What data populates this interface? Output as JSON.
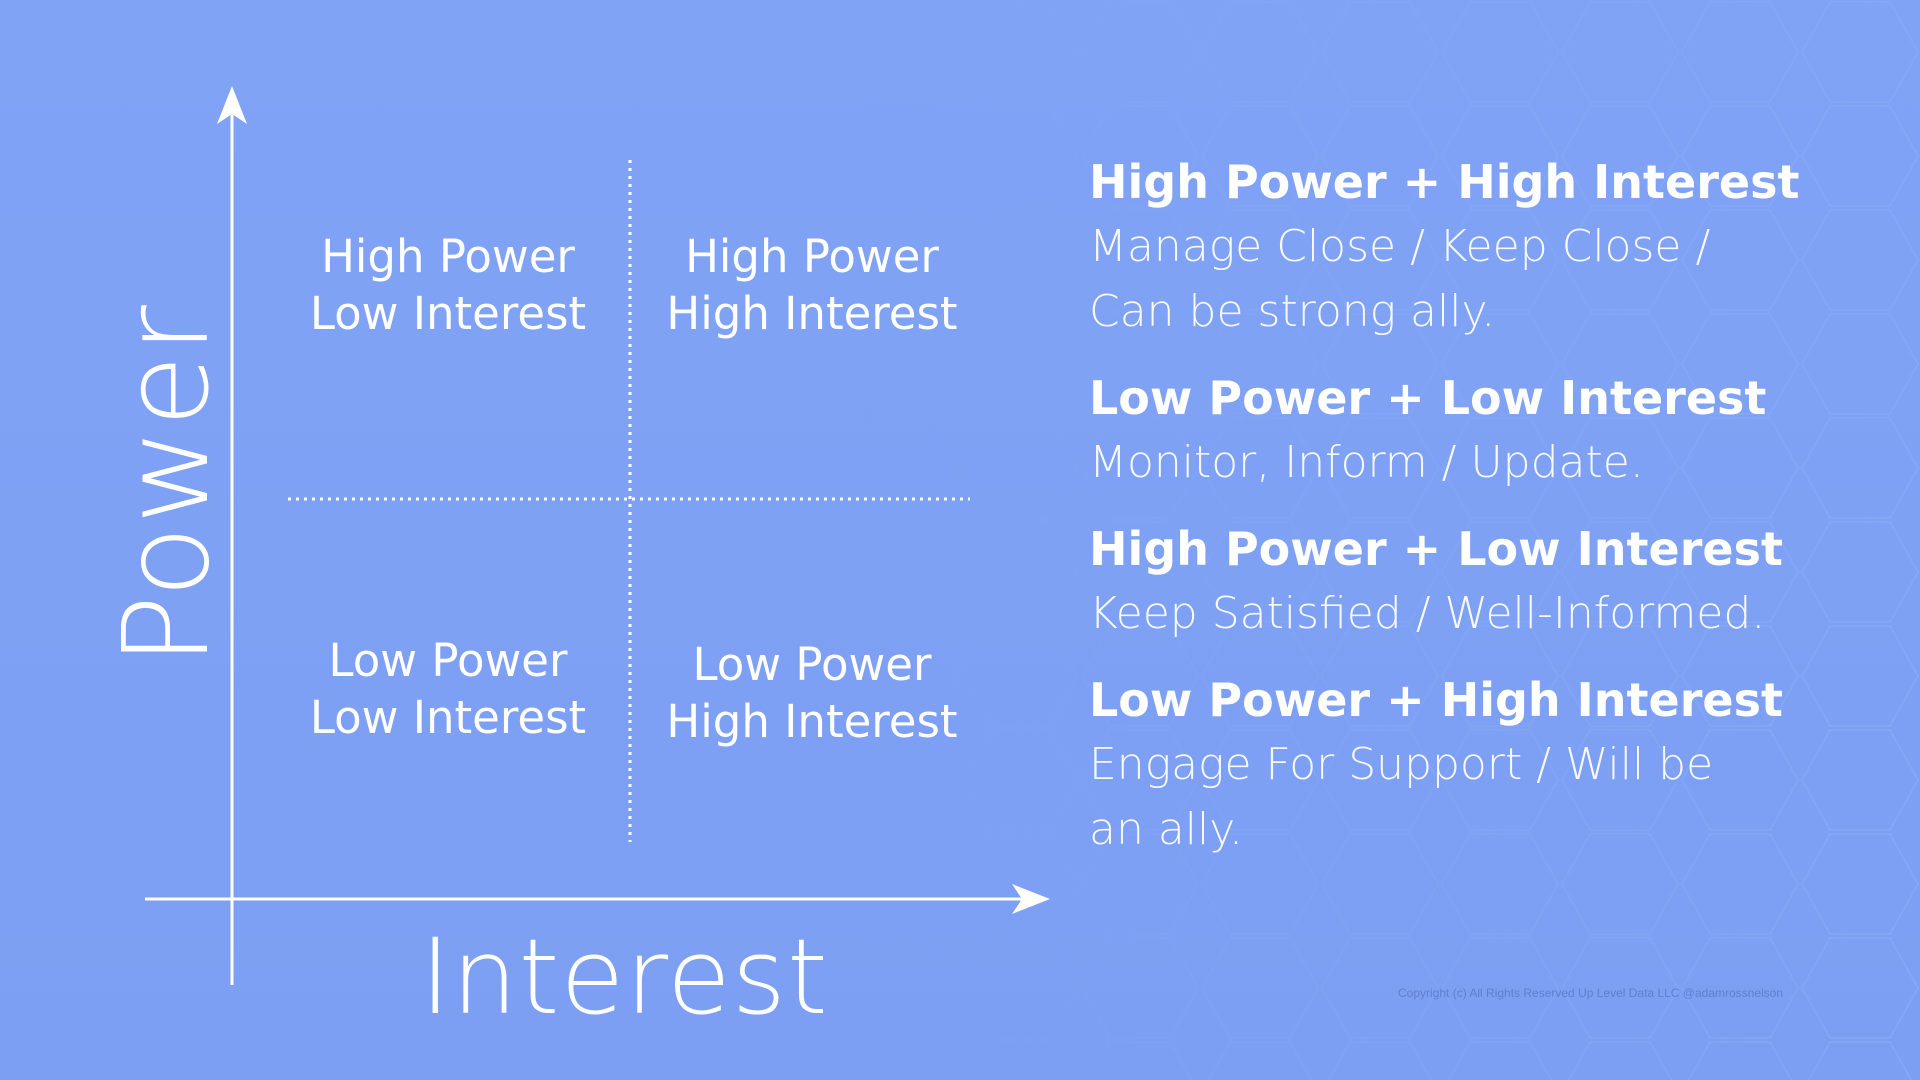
{
  "axes": {
    "y_label": "Power",
    "x_label": "Interest"
  },
  "quadrants": {
    "high_power_low_interest": {
      "line1": "High Power",
      "line2": "Low Interest"
    },
    "high_power_high_interest": {
      "line1": "High Power",
      "line2": "High Interest"
    },
    "low_power_low_interest": {
      "line1": "Low Power",
      "line2": "Low Interest"
    },
    "low_power_high_interest": {
      "line1": "Low Power",
      "line2": "High Interest"
    }
  },
  "legend": [
    {
      "heading": "High Power + High Interest",
      "desc_line1": "Manage Close / Keep Close /",
      "desc_line2": "Can be strong ally."
    },
    {
      "heading": "Low Power + Low Interest",
      "desc_line1": "Monitor, Inform / Update.",
      "desc_line2": ""
    },
    {
      "heading": "High Power + Low Interest",
      "desc_line1": "Keep Satisfied / Well-Informed.",
      "desc_line2": ""
    },
    {
      "heading": "Low Power + High Interest",
      "desc_line1": "Engage For Support / Will be",
      "desc_line2": "an ally."
    }
  ],
  "copyright": "Copyright (c) All Rights Reserved Up Level Data LLC @adamrossnelson",
  "colors": {
    "background": "#7fa2f5",
    "lines": "#ffffff",
    "copyright": "#5f7fce"
  }
}
